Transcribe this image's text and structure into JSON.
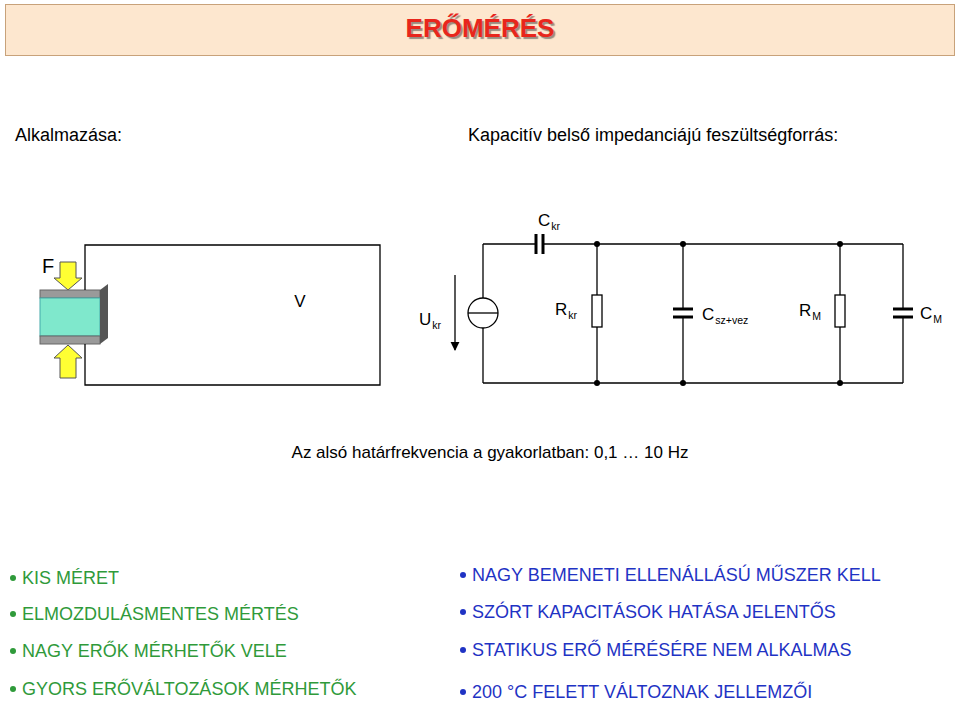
{
  "diagram": {
    "title": "ERŐMÉRÉS",
    "labels": [
      "Alkalmazása:",
      "Kapacitív belső impedanciájú feszültségforrás:",
      "F",
      "V",
      "U kr",
      "C kr",
      "R kr",
      "C sz+vez",
      "R M",
      "C M",
      "Az alsó határfrekvencia a gyakorlatban: 0,1 … 10 Hz",
      "KIS MÉRET",
      "ELMOZDULÁSMENTES MÉRTÉS",
      "NAGY ERŐK MÉRHETŐK VELE",
      "GYORS ERŐVÁLTOZÁSOK MÉRHETŐK",
      "NAGY BEMENETI ELLENÁLLÁSÚ MŰSZER KELL",
      "SZÓRT KAPACITÁSOK HATÁSA JELENTŐS",
      "STATIKUS ERŐ MÉRÉSÉRE NEM ALKALMAS",
      "200 °C FELETT VÁLTOZNAK JELLEMZŐI"
    ]
  }
}
